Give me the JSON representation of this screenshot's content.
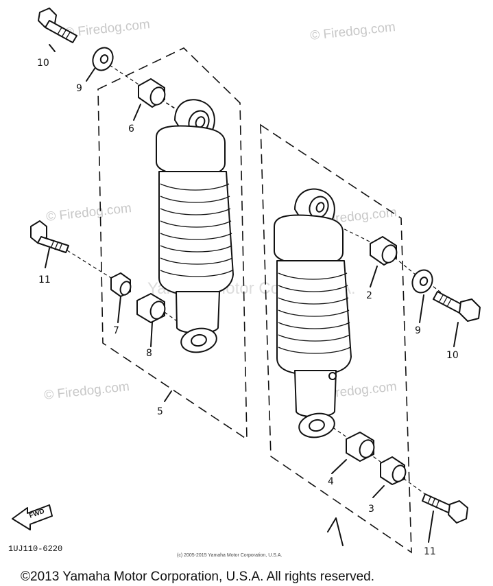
{
  "watermark": {
    "text": "© Firedog.com",
    "center_text": "Yamaha Motor Corp., U.S.A."
  },
  "diagram_code": "1UJ110-6220",
  "fwd_label": "FWD",
  "small_copyright": "(c) 2005-2015 Yamaha Motor Corporation, U.S.A.",
  "copyright": "©2013 Yamaha Motor Corporation, U.S.A. All rights reserved.",
  "callouts": {
    "c1": "10",
    "c2": "9",
    "c3": "6",
    "c4": "11",
    "c5": "7",
    "c6": "8",
    "c7": "5",
    "c8": "2",
    "c9": "9",
    "c10": "10",
    "c11": "4",
    "c12": "3",
    "c13": "11"
  }
}
